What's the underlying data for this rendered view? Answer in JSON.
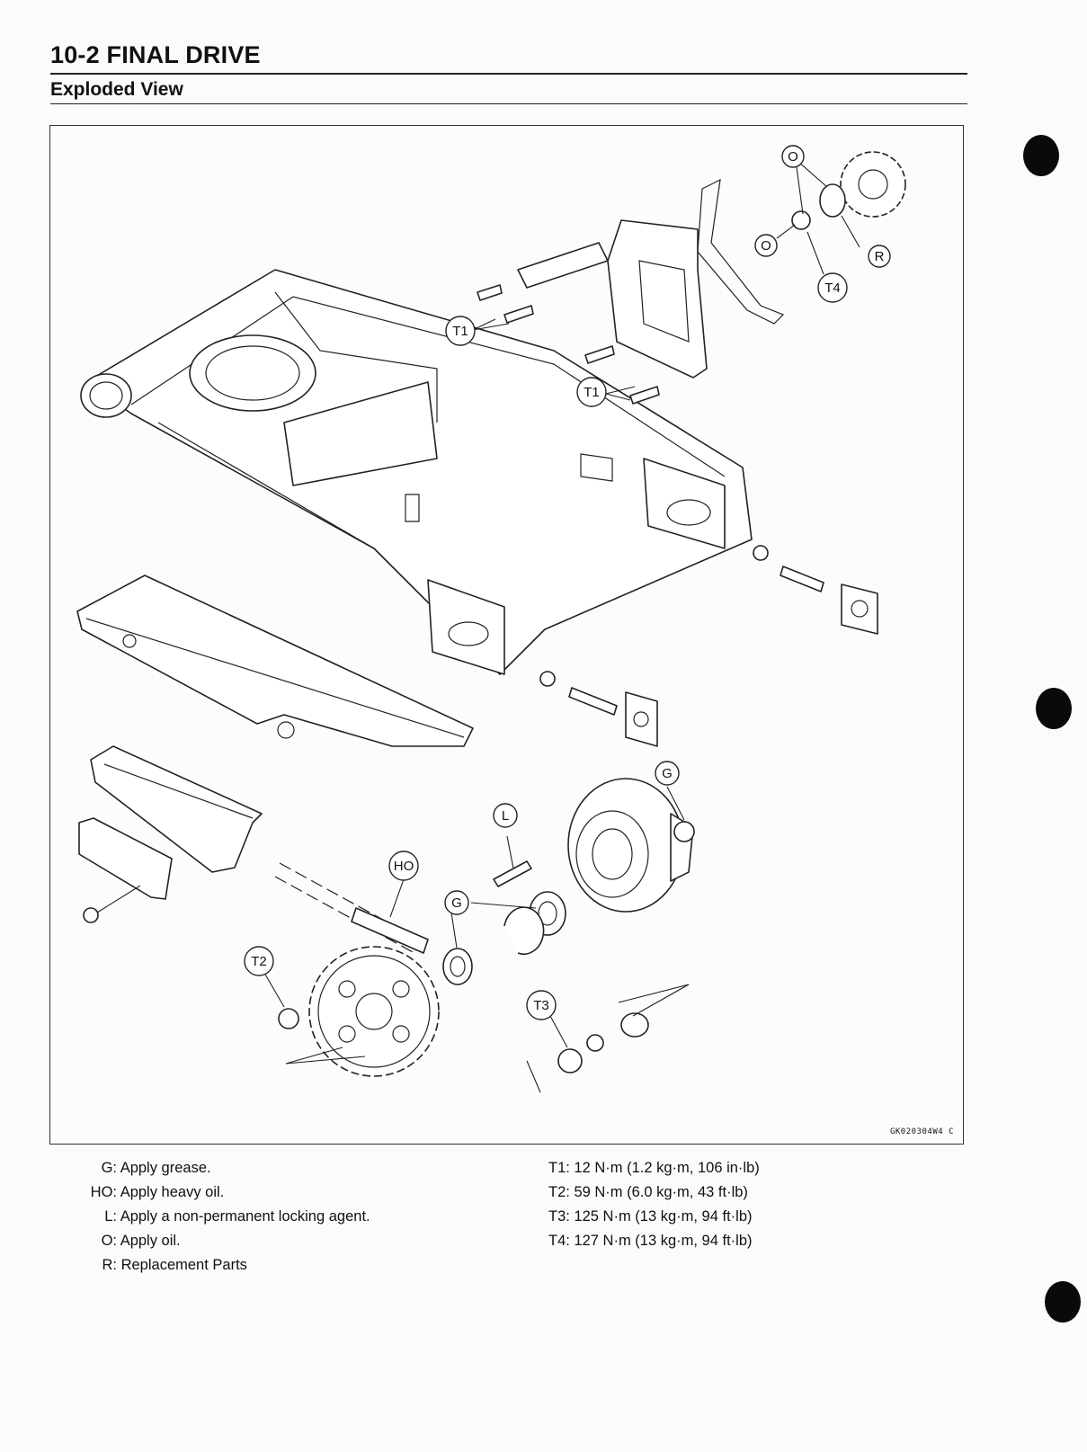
{
  "header": {
    "section_title": "10-2 FINAL DRIVE",
    "subsection_title": "Exploded View"
  },
  "figure": {
    "code": "GK020304W4 C",
    "callouts": {
      "o_top": "O",
      "o_mid": "O",
      "r": "R",
      "t4": "T4",
      "t1_top": "T1",
      "t1_mid": "T1",
      "g_hub": "G",
      "l": "L",
      "ho": "HO",
      "g_bearing": "G",
      "t2": "T2",
      "t3": "T3"
    }
  },
  "legend_left": [
    {
      "code": "G:",
      "text": "Apply grease."
    },
    {
      "code": "HO:",
      "text": "Apply heavy oil."
    },
    {
      "code": "L:",
      "text": "Apply a non-permanent locking agent."
    },
    {
      "code": "O:",
      "text": "Apply oil."
    },
    {
      "code": "R:",
      "text": "Replacement Parts"
    }
  ],
  "legend_right": [
    {
      "code": "T1:",
      "text": "12 N·m (1.2 kg·m, 106 in·lb)"
    },
    {
      "code": "T2:",
      "text": "59 N·m (6.0 kg·m, 43 ft·lb)"
    },
    {
      "code": "T3:",
      "text": "125 N·m (13 kg·m, 94 ft·lb)"
    },
    {
      "code": "T4:",
      "text": "127 N·m (13 kg·m, 94 ft·lb)"
    }
  ]
}
